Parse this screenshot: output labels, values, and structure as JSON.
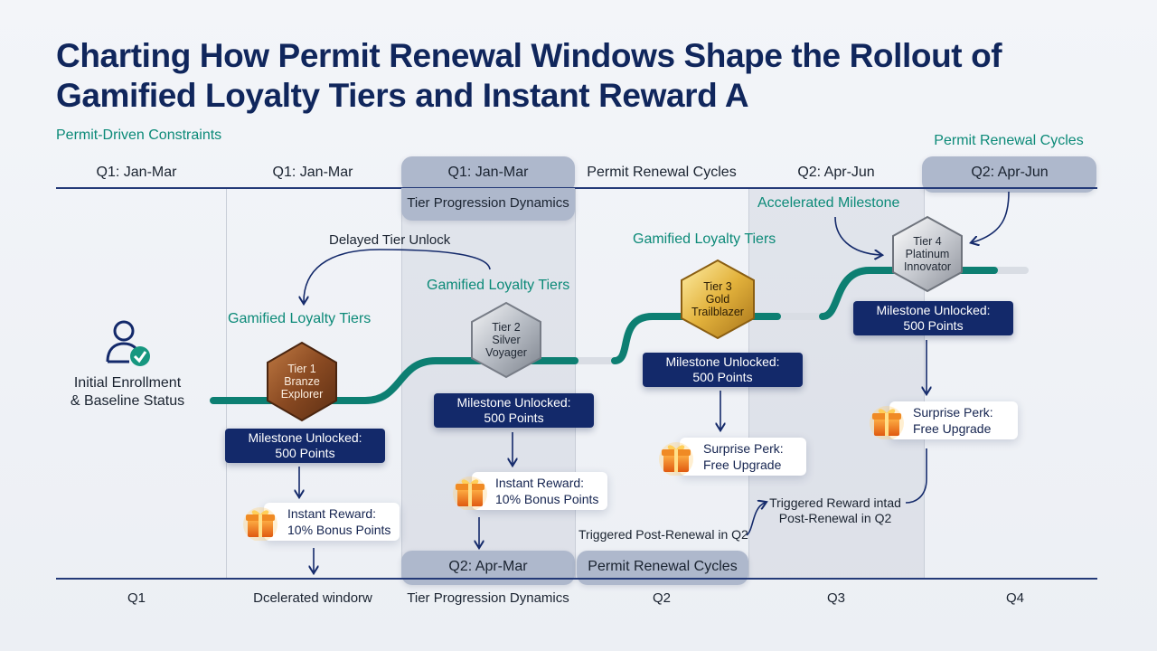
{
  "title": "Charting How Permit Renewal Windows Shape the Rollout of Gamified Loyalty Tiers and Instant Reward A",
  "section_labels": {
    "permit_driven": "Permit-Driven Constraints",
    "permit_renewal_cycles_top": "Permit Renewal Cycles"
  },
  "top_axis": {
    "labels": [
      "Q1: Jan-Mar",
      "Q1: Jan-Mar",
      "Q1: Jan-Mar",
      "Permit Renewal Cycles",
      "Q2: Apr-Jun",
      "Q2: Apr-Jun"
    ]
  },
  "bottom_axis": {
    "labels": [
      "Q1",
      "Dcelerated windorw",
      "Tier Progression Dynamics",
      "Q2",
      "Q3",
      "Q4"
    ]
  },
  "band_labels": {
    "tier_progression_dynamics": "Tier Progression Dynamics",
    "q2_apr_mar": "Q2: Apr-Mar",
    "permit_renewal_cycles": "Permit Renewal Cycles"
  },
  "enrollment": {
    "line1": "Initial Enrollment",
    "line2": "& Baseline Status"
  },
  "annotations": {
    "delayed_tier_unlock": "Delayed Tier Unlock",
    "gamified_1": "Gamified Loyalty Tiers",
    "gamified_2": "Gamified Loyalty Tiers",
    "gamified_3": "Gamified Loyalty Tiers",
    "accelerated_milestone": "Accelerated Milestone",
    "triggered_post_renewal": "Triggered Post-Renewal in Q2",
    "triggered_reward_line1": "Triggered Reward intad",
    "triggered_reward_line2": "Post-Renewal in Q2"
  },
  "tiers": [
    {
      "line1": "Tier 1",
      "line2": "Branze",
      "line3": "Explorer",
      "color": "#8a4a22"
    },
    {
      "line1": "Tier 2",
      "line2": "Silver",
      "line3": "Voyager",
      "color": "#b7bcc4"
    },
    {
      "line1": "Tier 3",
      "line2": "Gold",
      "line3": "Trailblazer",
      "color": "#e3b23c"
    },
    {
      "line1": "Tier 4",
      "line2": "Platinum",
      "line3": "Innovator",
      "color": "#c9ccd2"
    }
  ],
  "milestones": [
    {
      "line1": "Milestone Unlocked:",
      "line2": "500 Points"
    },
    {
      "line1": "Milestone Unlocked:",
      "line2": "500 Points"
    },
    {
      "line1": "Milestone Unlocked:",
      "line2": "500 Points"
    },
    {
      "line1": "Milestone Unlocked:",
      "line2": "500 Points"
    }
  ],
  "rewards": [
    {
      "line1": "Instant Reward:",
      "line2": "10% Bonus Points"
    },
    {
      "line1": "Instant Reward:",
      "line2": "10% Bonus Points"
    },
    {
      "line1": "Surprise Perk:",
      "line2": "Free Upgrade"
    },
    {
      "line1": "Surprise Perk:",
      "line2": "Free Upgrade"
    }
  ],
  "colors": {
    "navy": "#13296a",
    "teal": "#0c8a78",
    "pill": "#aeb8cc",
    "gift": "#f07c1a"
  },
  "icons": [
    "user-check-icon",
    "gift-icon",
    "arrow-down-icon",
    "curved-arrow-icon"
  ]
}
